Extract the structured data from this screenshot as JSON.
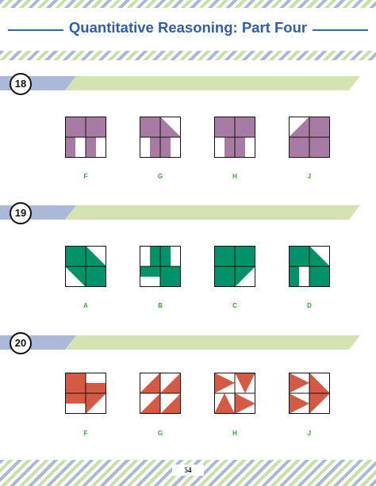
{
  "header": {
    "title": "Quantitative Reasoning: Part Four"
  },
  "colors": {
    "title_blue": "#2f5fa9",
    "purple": "#a77ba3",
    "green": "#00936a",
    "red": "#d65a43",
    "label_green": "#3aa435"
  },
  "questions": [
    {
      "number": "18",
      "choices": [
        "F",
        "G",
        "H",
        "J"
      ]
    },
    {
      "number": "19",
      "choices": [
        "A",
        "B",
        "C",
        "D"
      ]
    },
    {
      "number": "20",
      "choices": [
        "F",
        "G",
        "H",
        "J"
      ]
    }
  ],
  "footer": {
    "page_number": "54"
  }
}
